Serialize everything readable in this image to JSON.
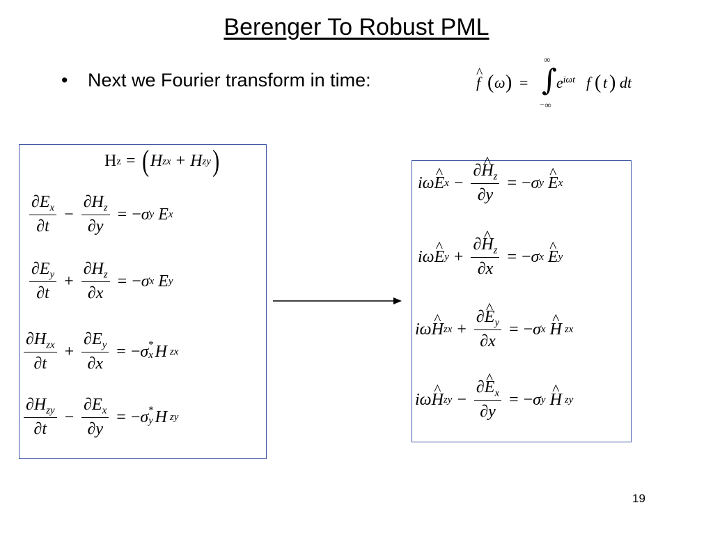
{
  "slide": {
    "title": "Berenger To Robust PML",
    "bullet": "Next we Fourier transform in time:",
    "page_number": "19"
  },
  "fourier": {
    "f": "f",
    "omega": "ω",
    "equals": "=",
    "upper": "∞",
    "lower": "−∞",
    "integral": "∫",
    "e": "e",
    "exponent": "iωt",
    "t": "t",
    "dt": "dt"
  },
  "left_box": {
    "eq0": {
      "H": "H",
      "Hsub": "z",
      "Hzx": "H",
      "zx": "zx",
      "Hzy": "H",
      "zy": "zy"
    },
    "eq1": {
      "n1": "∂E",
      "n1s": "x",
      "d1": "∂t",
      "op": "−",
      "n2": "∂H",
      "n2s": "z",
      "d2": "∂y",
      "rhs_sig": "σ",
      "rhs_sigs": "y",
      "rhs_f": "E",
      "rhs_fs": "x"
    },
    "eq2": {
      "n1": "∂E",
      "n1s": "y",
      "d1": "∂t",
      "op": "+",
      "n2": "∂H",
      "n2s": "z",
      "d2": "∂x",
      "rhs_sig": "σ",
      "rhs_sigs": "x",
      "rhs_f": "E",
      "rhs_fs": "y"
    },
    "eq3": {
      "n1": "∂H",
      "n1s": "zx",
      "d1": "∂t",
      "op": "+",
      "n2": "∂E",
      "n2s": "y",
      "d2": "∂x",
      "rhs_sig": "σ",
      "rhs_sigs": "x",
      "star": "*",
      "rhs_f": "H",
      "rhs_fs": "zx"
    },
    "eq4": {
      "n1": "∂H",
      "n1s": "zy",
      "d1": "∂t",
      "op": "−",
      "n2": "∂E",
      "n2s": "x",
      "d2": "∂y",
      "rhs_sig": "σ",
      "rhs_sigs": "y",
      "star": "*",
      "rhs_f": "H",
      "rhs_fs": "zy"
    }
  },
  "right_box": {
    "eq1": {
      "lhs": "iω",
      "lf": "E",
      "lfs": "x",
      "op": "−",
      "n": "∂H",
      "ns": "z",
      "d": "∂y",
      "sig": "σ",
      "sigs": "y",
      "rf": "E",
      "rfs": "x"
    },
    "eq2": {
      "lhs": "iω",
      "lf": "E",
      "lfs": "y",
      "op": "+",
      "n": "∂H",
      "ns": "z",
      "d": "∂x",
      "sig": "σ",
      "sigs": "x",
      "rf": "E",
      "rfs": "y"
    },
    "eq3": {
      "lhs": "iω",
      "lf": "H",
      "lfs": "zx",
      "op": "+",
      "n": "∂E",
      "ns": "y",
      "d": "∂x",
      "sig": "σ",
      "sigs": "x",
      "rf": "H",
      "rfs": "zx"
    },
    "eq4": {
      "lhs": "iω",
      "lf": "H",
      "lfs": "zy",
      "op": "−",
      "n": "∂E",
      "ns": "x",
      "d": "∂y",
      "sig": "σ",
      "sigs": "y",
      "rf": "H",
      "rfs": "zy"
    }
  },
  "symbols": {
    "equals": "=",
    "minus": "−",
    "plus": "+",
    "hat": "^",
    "lparen": "(",
    "rparen": ")"
  }
}
